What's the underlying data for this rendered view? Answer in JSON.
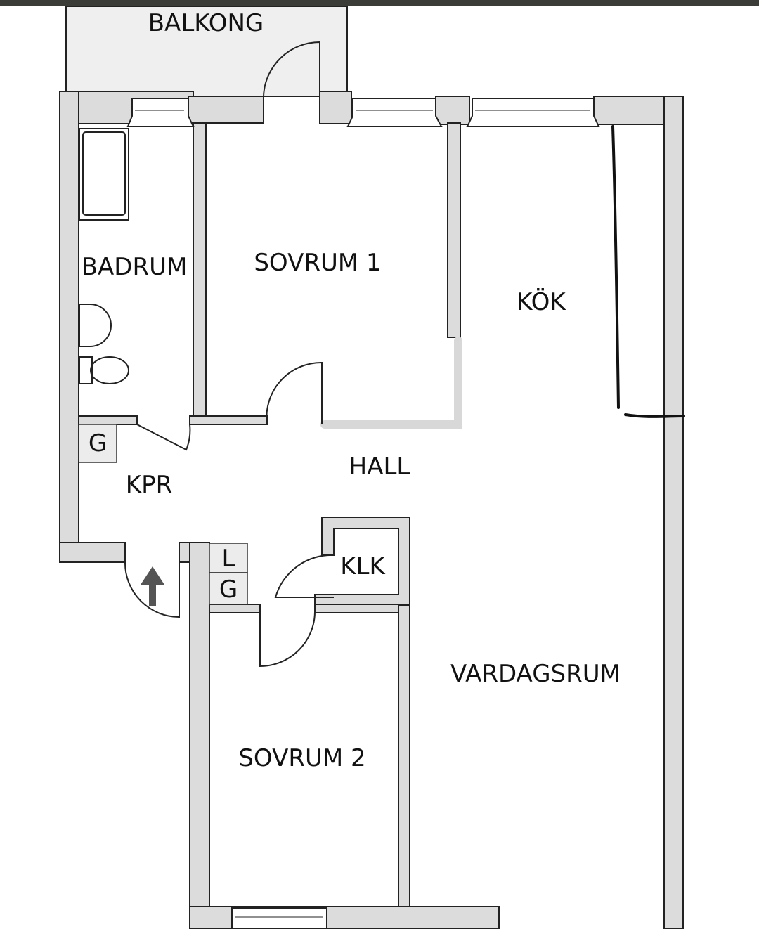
{
  "floorplan": {
    "rooms": {
      "balcony": "BALKONG",
      "bathroom": "BADRUM",
      "bedroom1": "SOVRUM 1",
      "kitchen": "KÖK",
      "hall": "HALL",
      "coat_room": "KPR",
      "closet": "KLK",
      "living_room": "VARDAGSRUM",
      "bedroom2": "SOVRUM 2"
    },
    "cabinets": {
      "kpr_g": "G",
      "storage_l": "L",
      "storage_g": "G"
    }
  }
}
